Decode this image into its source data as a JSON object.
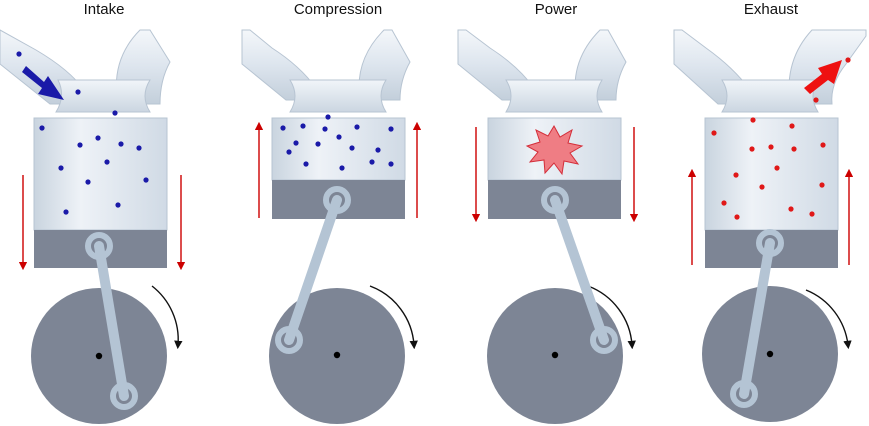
{
  "strokes": [
    {
      "label": "Intake",
      "particles": "blue",
      "arrow": "in",
      "piston": "down",
      "crank": "bottom"
    },
    {
      "label": "Compression",
      "particles": "blue",
      "arrow": "none",
      "piston": "up",
      "crank": "left"
    },
    {
      "label": "Power",
      "particles": "none",
      "arrow": "explosion",
      "piston": "down",
      "crank": "right"
    },
    {
      "label": "Exhaust",
      "particles": "red",
      "arrow": "out",
      "piston": "up",
      "crank": "bottom"
    }
  ],
  "colors": {
    "port": "#e2e9f1",
    "cylinder": "#dce5ef",
    "piston": "#7d8595",
    "rod": "#b4c4d4",
    "crank": "#7d8595",
    "fuel_particle": "#1a1aa8",
    "exhaust_particle": "#e01818",
    "motion_arrow": "#cc0000",
    "intake_arrow": "#1a1aa8",
    "exhaust_arrow": "#ee1111",
    "explosion": "#ef7d84"
  }
}
